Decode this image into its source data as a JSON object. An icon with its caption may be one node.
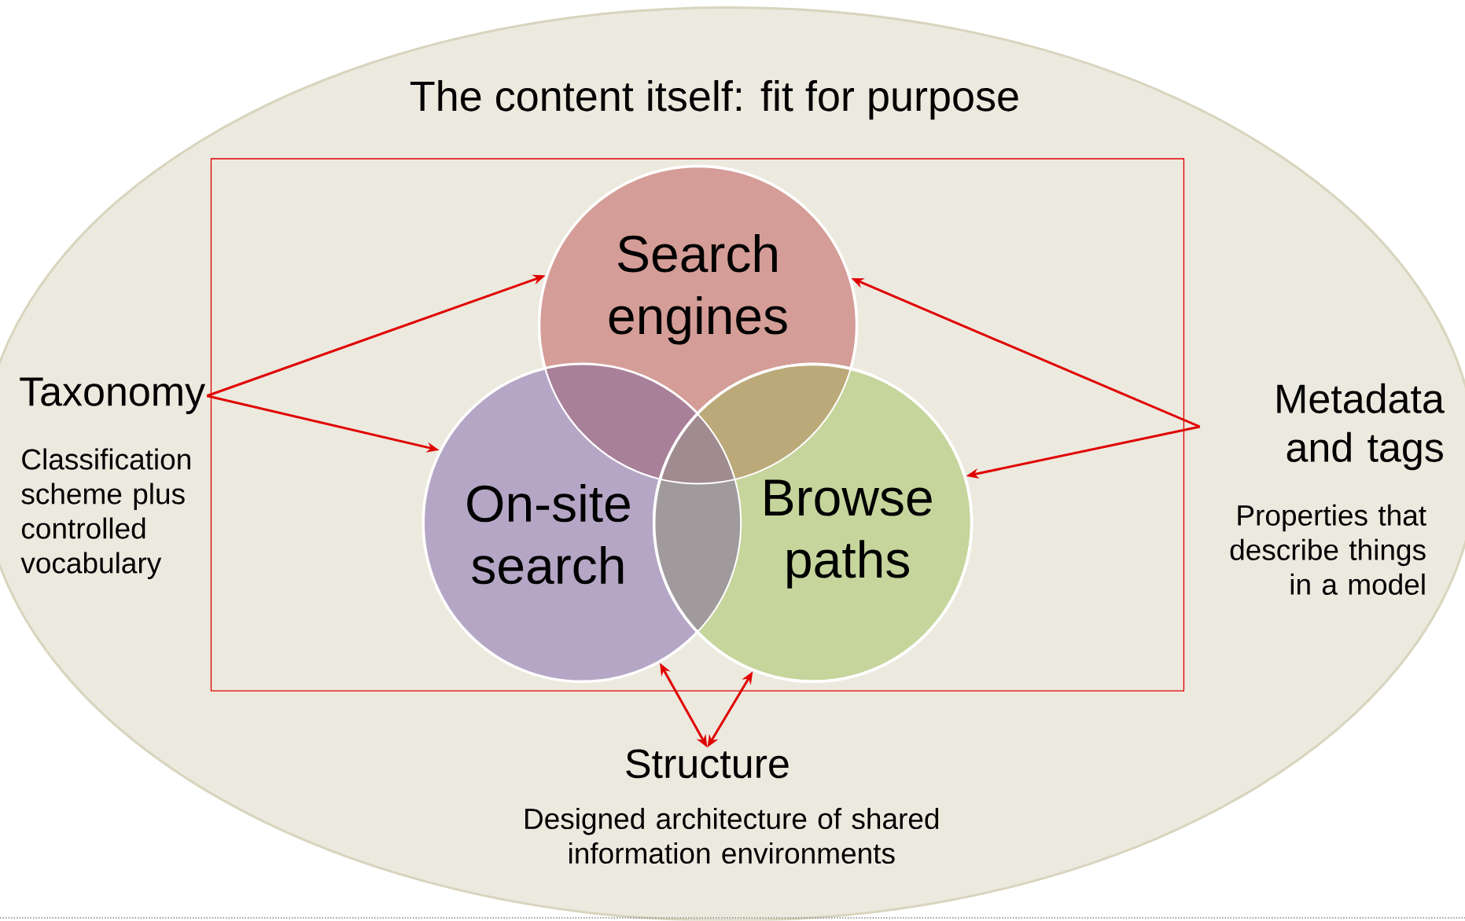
{
  "diagram": {
    "nodes": [
      {
        "text": [
          "The content itself: fit for purpose"
        ]
      },
      {
        "text": [],
        "shape": "box",
        "in": 0
      },
      {
        "text": [
          "Search engines"
        ],
        "in": 1
      },
      {
        "text": [
          "On-site search"
        ],
        "in": 1
      },
      {
        "text": [
          "Browse paths"
        ],
        "in": 1
      },
      {
        "text": [
          "Taxonomy",
          "Classification scheme plus controlled vocabulary"
        ],
        "in": 0
      },
      {
        "text": [
          "Metadata and tags",
          "Properties that describe things in a model"
        ],
        "in": 0
      },
      {
        "text": [
          "Structure",
          "Designed architecture of shared information environments"
        ],
        "in": 0
      }
    ],
    "edges": [
      {
        "from": 5,
        "to": 2,
        "arrow": "to"
      },
      {
        "from": 5,
        "to": 3,
        "arrow": "to"
      },
      {
        "from": 6,
        "to": 2,
        "arrow": "to"
      },
      {
        "from": 6,
        "to": 4,
        "arrow": "to"
      },
      {
        "from": 7,
        "to": 3,
        "arrow": "both"
      },
      {
        "from": 7,
        "to": 4,
        "arrow": "both"
      }
    ]
  }
}
